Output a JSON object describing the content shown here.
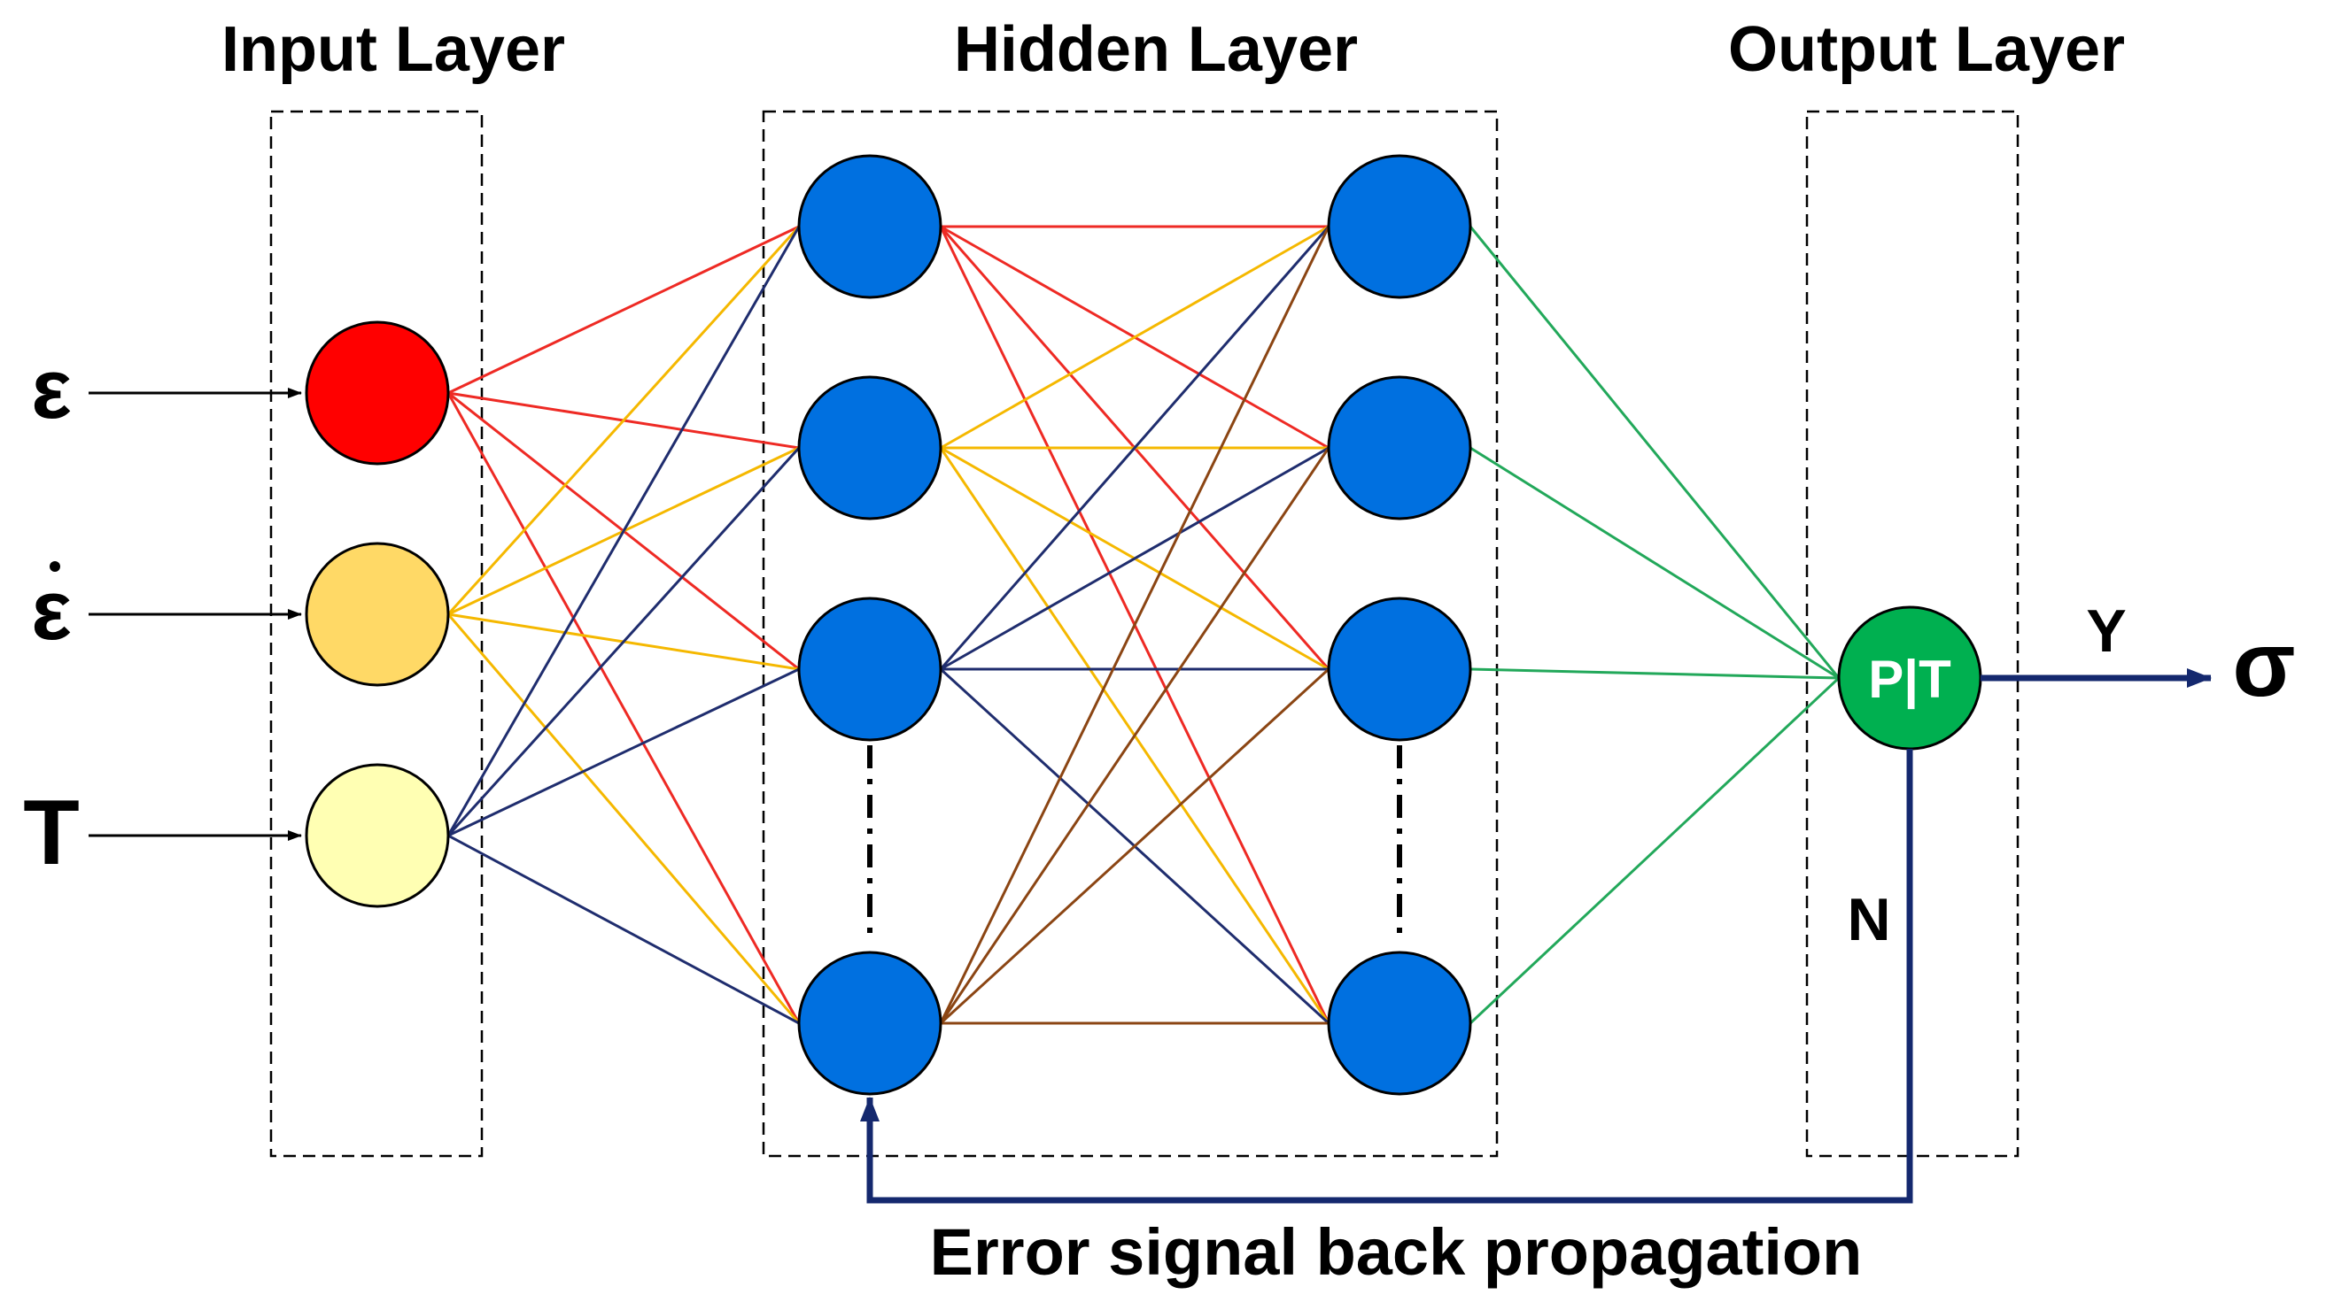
{
  "headers": {
    "input": "Input Layer",
    "hidden": "Hidden Layer",
    "output": "Output Layer"
  },
  "inputs": {
    "strain": "ε",
    "strain_rate": "ε",
    "temperature": "T"
  },
  "output": {
    "node_label": "P|T",
    "yes_label": "Y",
    "no_label": "N",
    "result": "σ"
  },
  "feedback_label": "Error signal back propagation",
  "colors": {
    "input_strain": "#ff0000",
    "input_strain_rate": "#ffd966",
    "input_temperature": "#ffffb3",
    "hidden_node": "#0070e0",
    "output_node": "#00b050",
    "line_red": "#ee2a24",
    "line_yellow": "#f5b800",
    "line_navy": "#1f2d6e",
    "line_brown": "#8b4513",
    "line_green": "#22a85a",
    "arrow_navy": "#14286e"
  }
}
